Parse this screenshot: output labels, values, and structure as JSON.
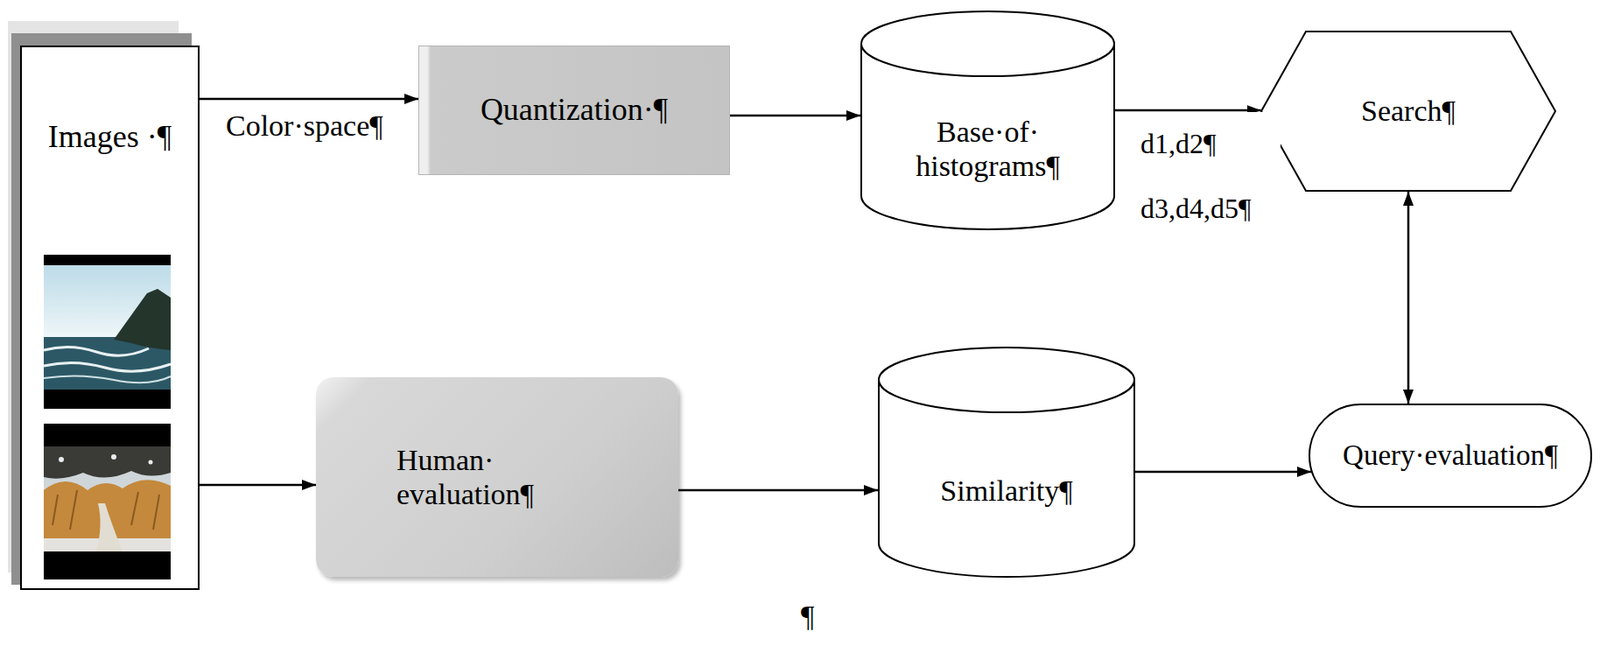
{
  "diagram": {
    "nodes": [
      {
        "text": [
          "Images ·¶"
        ]
      },
      {
        "text": [
          "Quantization·¶"
        ]
      },
      {
        "text": [
          "Base·of· histograms¶"
        ]
      },
      {
        "text": [
          "Search¶"
        ]
      },
      {
        "text": [
          "Human· evaluation¶"
        ]
      },
      {
        "text": [
          "Similarity¶"
        ]
      },
      {
        "text": [
          "Query·evaluation¶"
        ]
      }
    ],
    "edges": [
      {
        "from": 0,
        "to": 1,
        "arrow": "to",
        "label": "Color·space¶"
      },
      {
        "from": 1,
        "to": 2,
        "arrow": "to"
      },
      {
        "from": 2,
        "to": 3,
        "arrow": "to",
        "label": "d1,d2¶ d3,d4,d5¶"
      },
      {
        "from": 0,
        "to": 4,
        "arrow": "to"
      },
      {
        "from": 4,
        "to": 5,
        "arrow": "to"
      },
      {
        "from": 5,
        "to": 6,
        "arrow": "to"
      },
      {
        "from": 3,
        "to": 6,
        "arrow": "both"
      }
    ],
    "labels": [
      "¶"
    ]
  }
}
